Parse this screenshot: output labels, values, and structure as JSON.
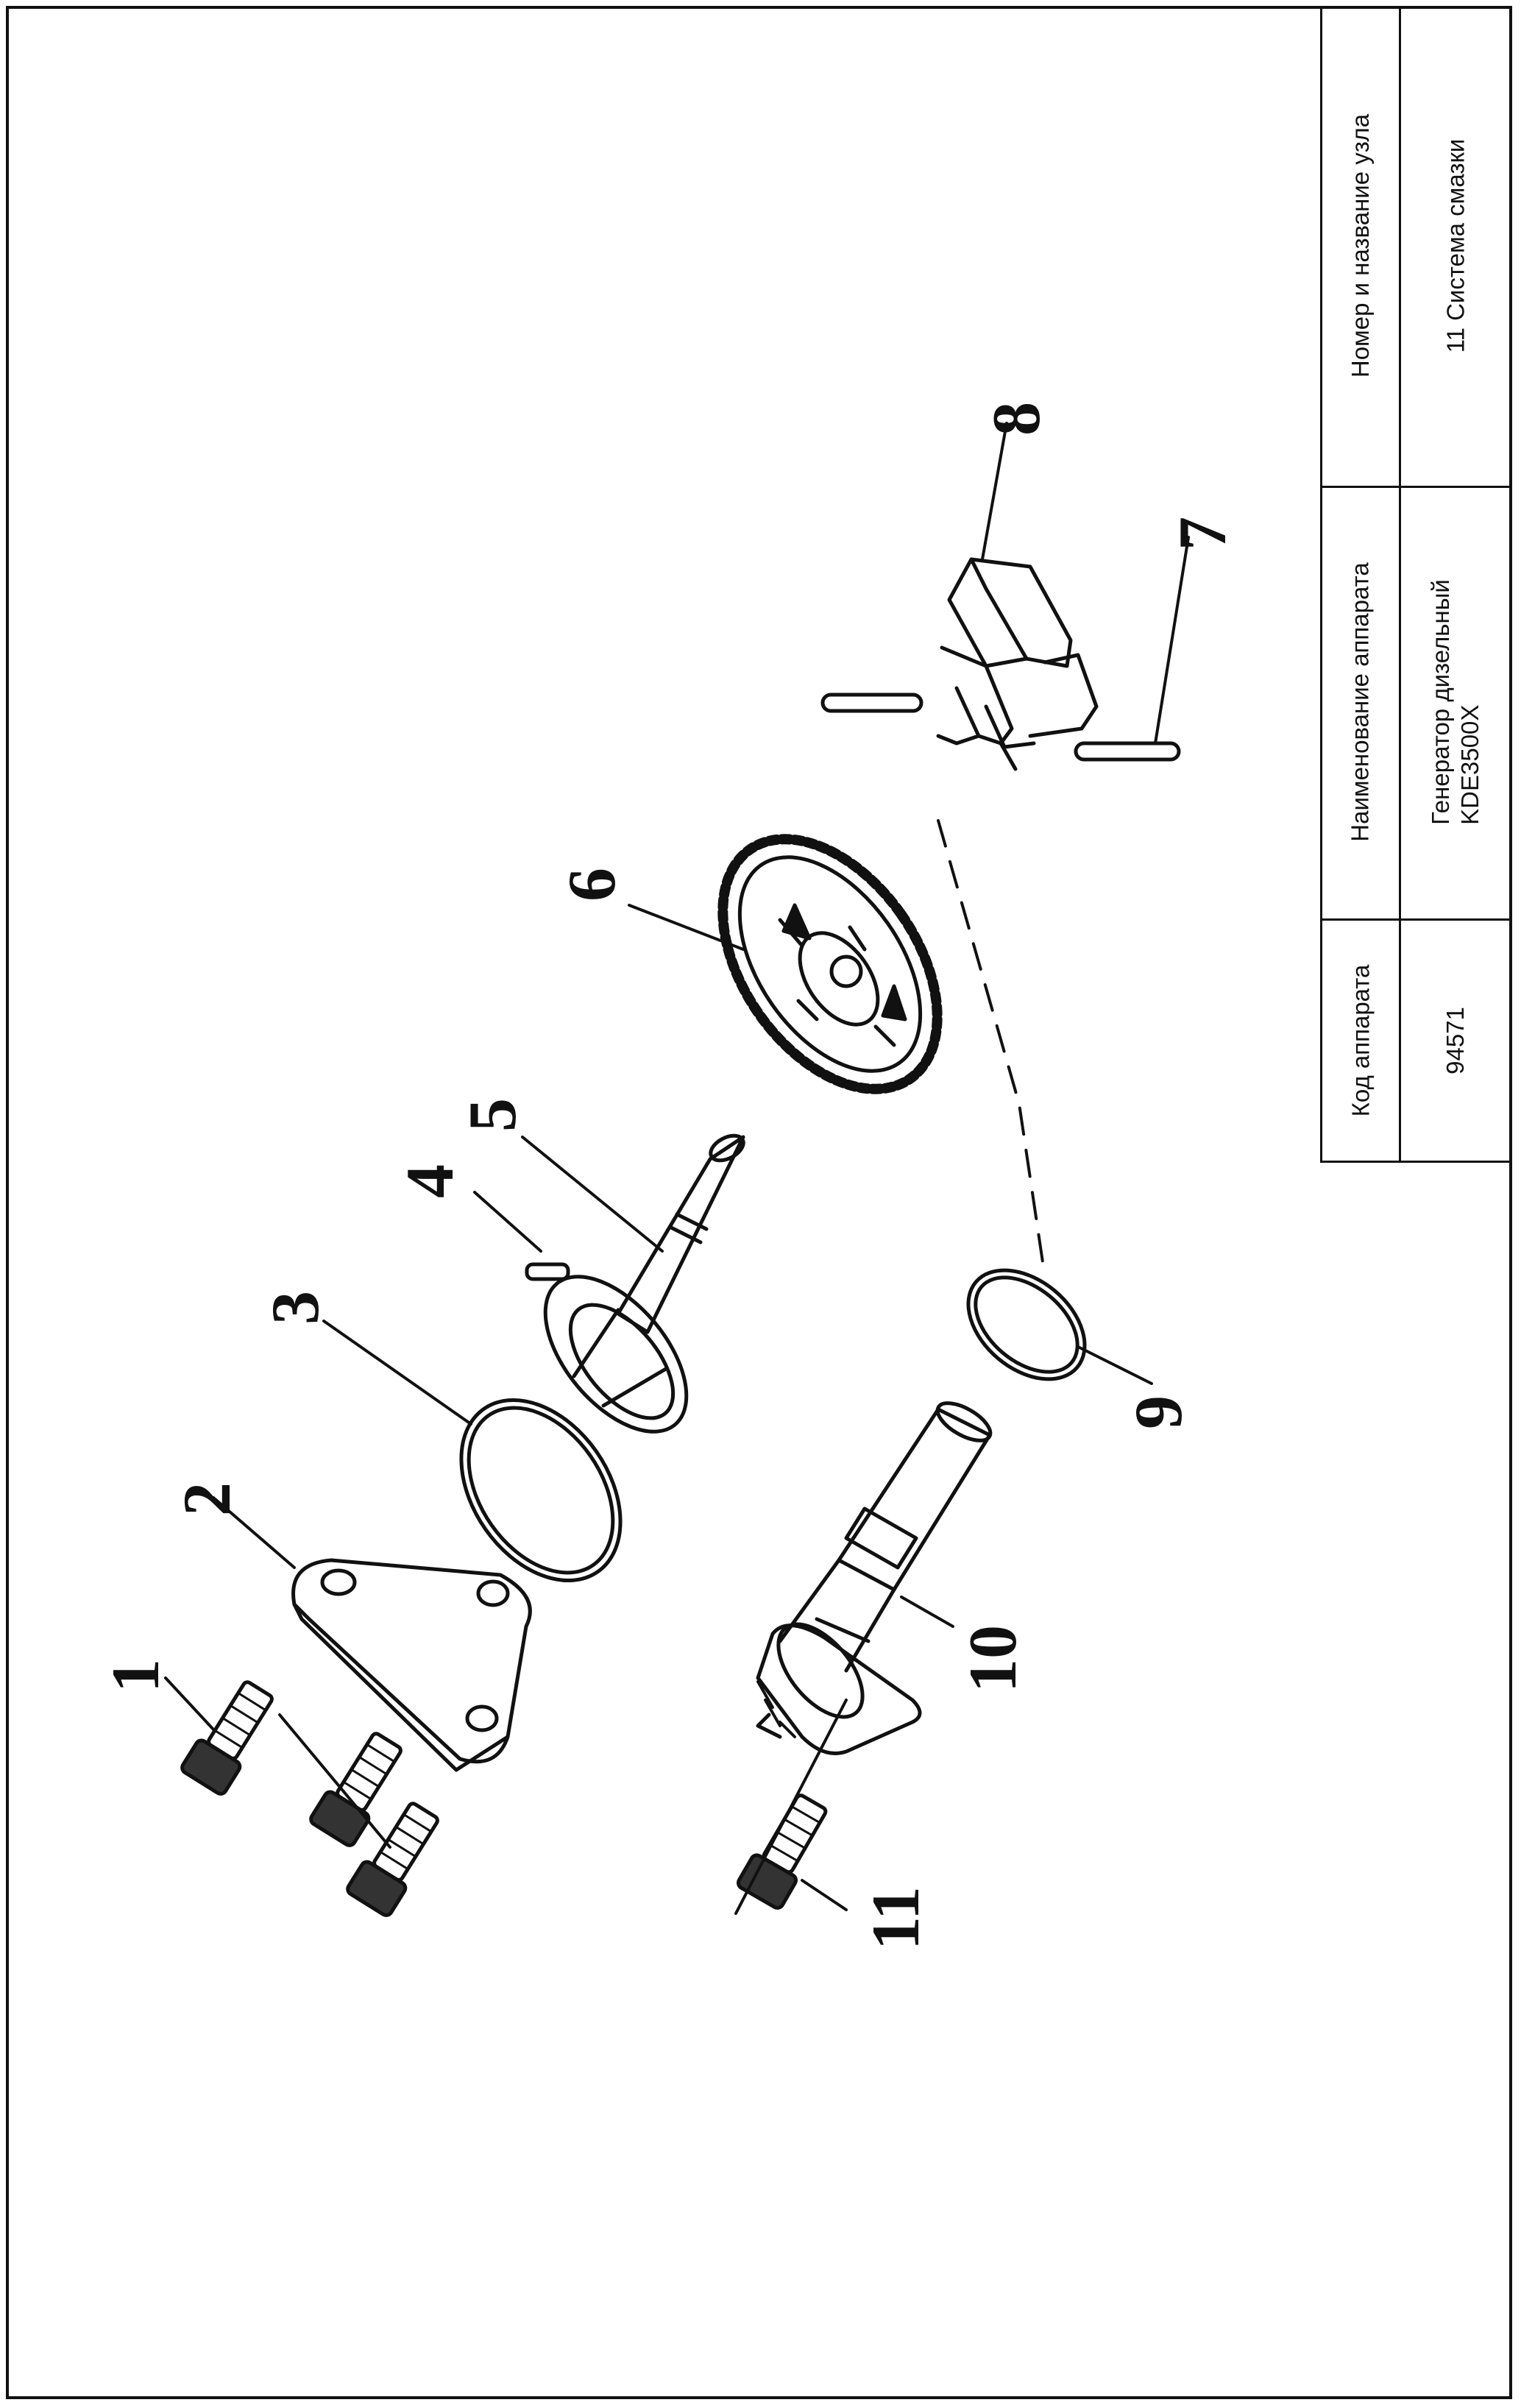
{
  "title_block": {
    "header_code": "Код аппарата",
    "header_name": "Наименование аппарата",
    "header_unit": "Номер и название узла",
    "value_code": "94571",
    "value_name_line1": "Генератор дизельный",
    "value_name_line2": "KDE3500X",
    "value_unit": "11 Система смазки"
  },
  "callouts": [
    "1",
    "2",
    "3",
    "4",
    "5",
    "6",
    "7",
    "8",
    "9",
    "10",
    "11"
  ]
}
